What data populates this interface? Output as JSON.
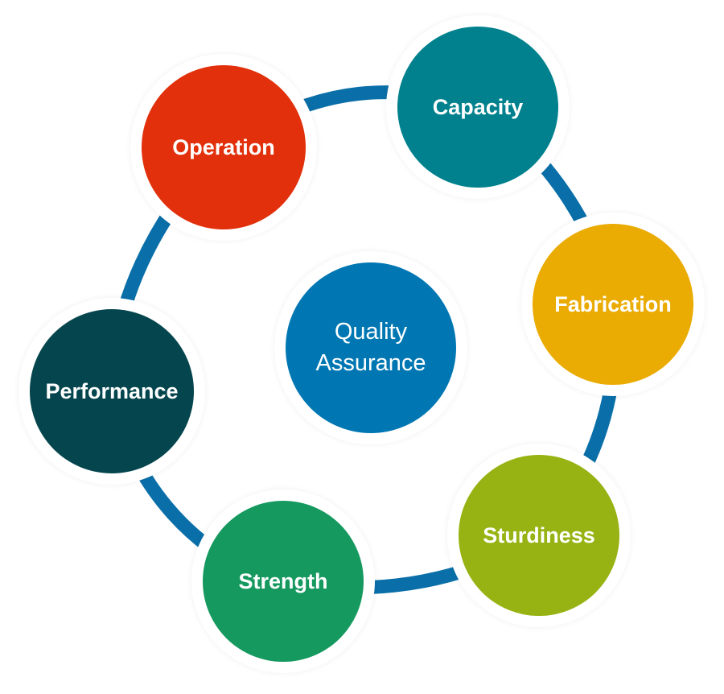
{
  "center": {
    "line1": "Quality",
    "line2": "Assurance",
    "color": "#0077b3"
  },
  "ring_color": "#0a6fa8",
  "nodes": [
    {
      "label": "Operation",
      "color": "#e1300b"
    },
    {
      "label": "Capacity",
      "color": "#00818d"
    },
    {
      "label": "Fabrication",
      "color": "#eaab02"
    },
    {
      "label": "Sturdiness",
      "color": "#97b313"
    },
    {
      "label": "Strength",
      "color": "#15995f"
    },
    {
      "label": "Performance",
      "color": "#05464e"
    }
  ]
}
